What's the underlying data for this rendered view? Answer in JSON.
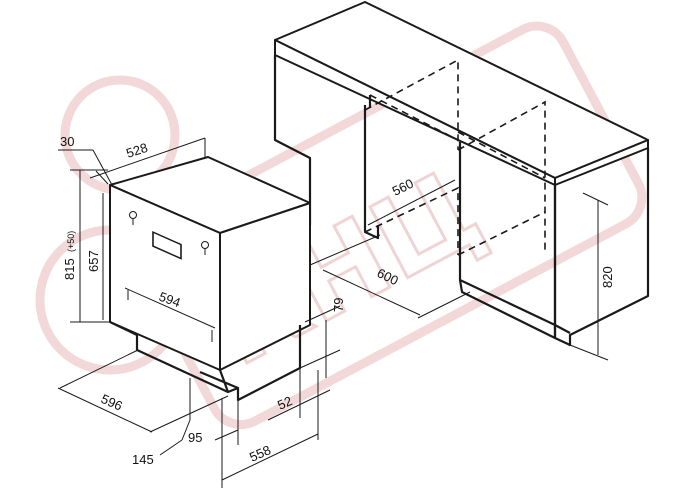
{
  "dimensions": {
    "d30": "30",
    "d528": "528",
    "d815": "815",
    "d815_suffix": "(+50)",
    "d657": "657",
    "d594": "594",
    "d596": "596",
    "d145": "145",
    "d95": "95",
    "d558": "558",
    "d52": "52",
    "d79": "79",
    "d560": "560",
    "d600": "600",
    "d820": "820"
  },
  "colors": {
    "line": "#1a1a1a",
    "watermark": "#f0d4d4"
  }
}
